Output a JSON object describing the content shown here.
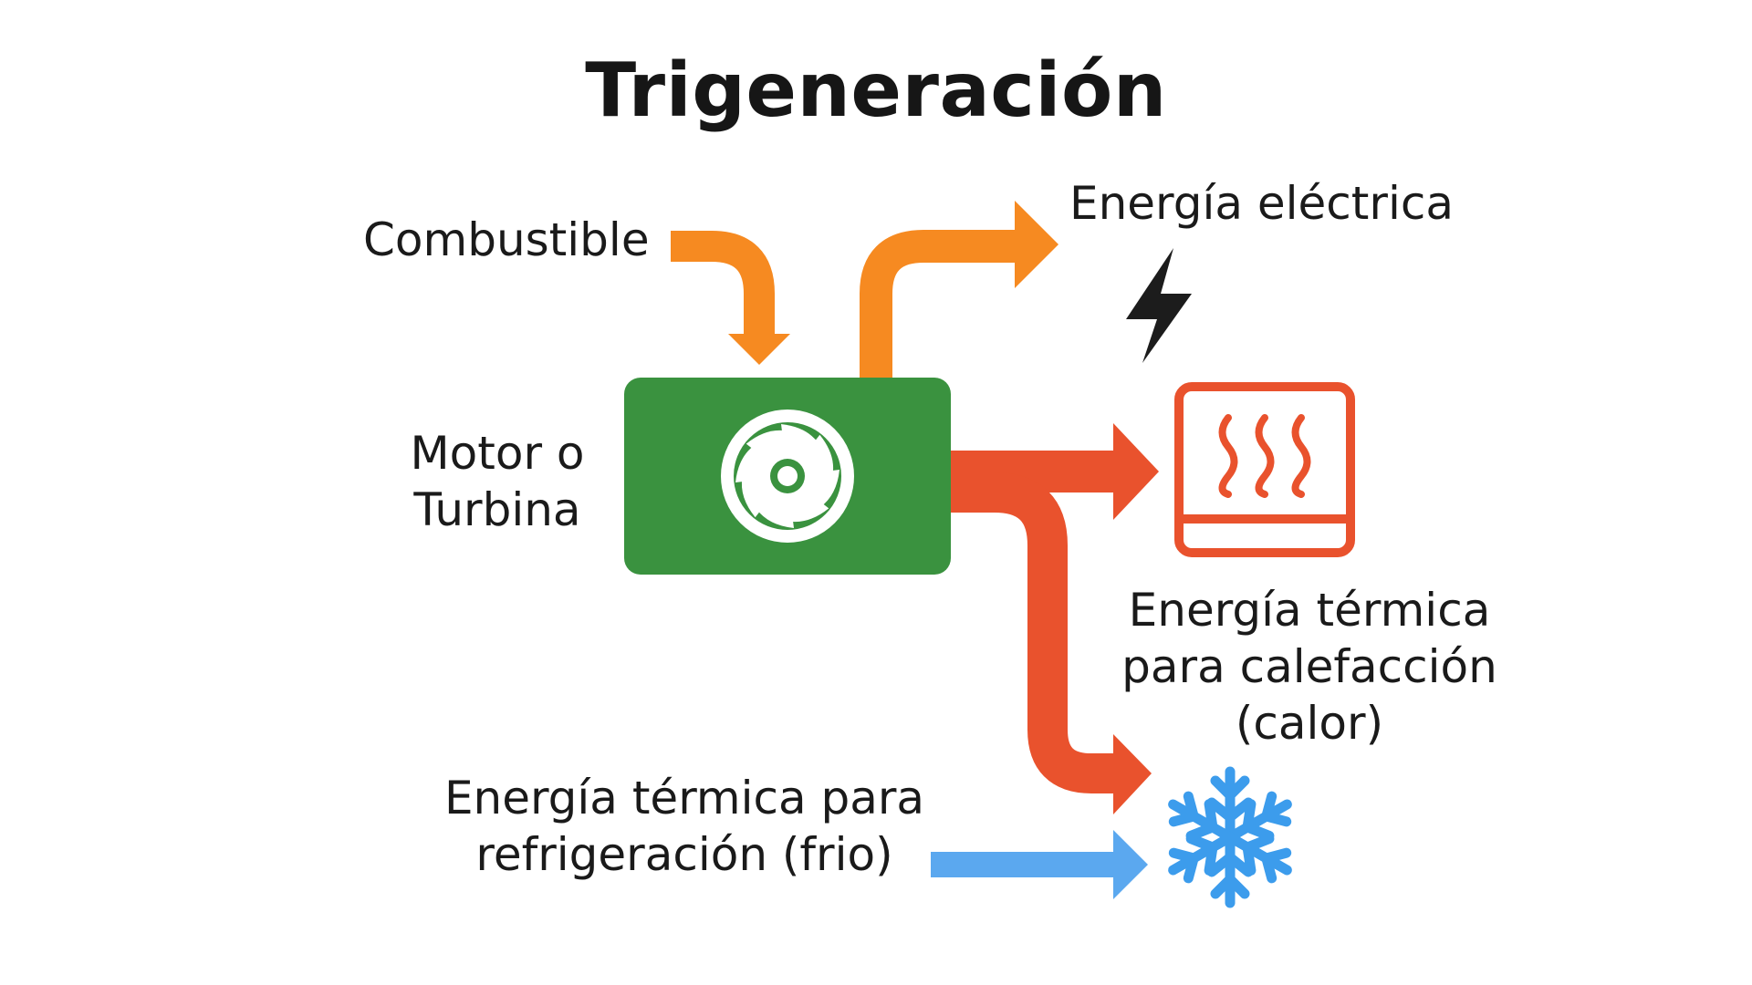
{
  "title": "Trigeneración",
  "labels": {
    "fuel": "Combustible",
    "electric": "Energía eléctrica",
    "motor_line1": "Motor o",
    "motor_line2": "Turbina",
    "heat_line1": "Energía térmica",
    "heat_line2": "para calefacción",
    "heat_line3": "(calor)",
    "cold_line1": "Energía térmica para",
    "cold_line2": "refrigeración (frio)"
  },
  "icons": {
    "unit": "fan-icon",
    "electric": "lightning-bolt-icon",
    "heat": "heater-icon",
    "cold": "snowflake-icon"
  },
  "colors": {
    "fuel_and_electric_arrows": "#F68A21",
    "heat_arrows": "#E9522D",
    "cold_arrow": "#5BA8EF",
    "unit_box": "#3A923F",
    "bolt": "#1C1C1C",
    "snowflake": "#3C9CEC"
  }
}
